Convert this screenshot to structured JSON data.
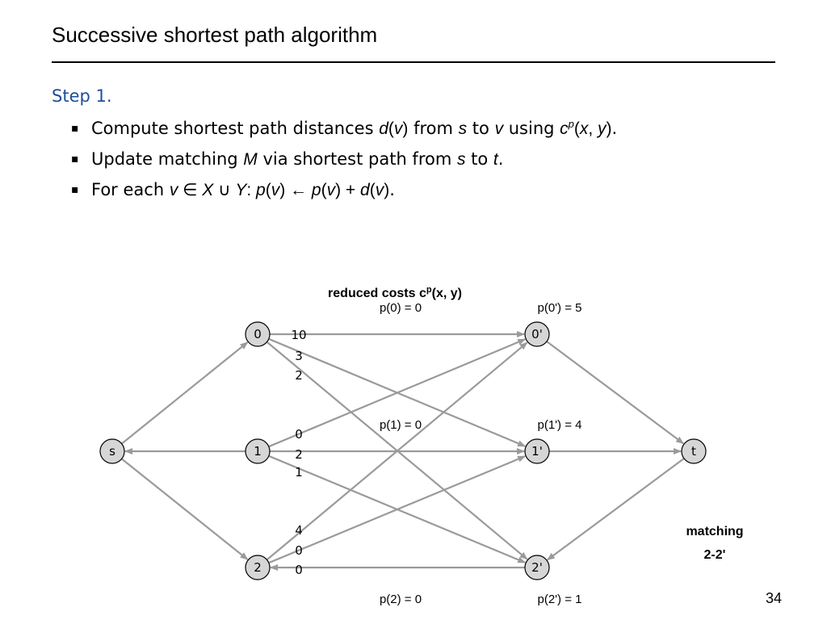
{
  "slide": {
    "title": "Successive shortest path algorithm",
    "page_number": "34"
  },
  "step": {
    "heading": "Step 1.",
    "bullet_marker": "▪",
    "bullets": [
      {
        "pre": "Compute shortest path distances ",
        "d": "d",
        "p1": "(",
        "v": "v",
        "p2": ")",
        "mid": " from ",
        "s": "s",
        "to": " to ",
        "v2": "v",
        "using": " using ",
        "c": "c",
        "sup": "p",
        "o": "(",
        "x": "x",
        "comma": ", ",
        "y": "y",
        "close": ")",
        "end": "."
      },
      {
        "pre": "Update matching ",
        "M": "M",
        "mid": " via shortest path from ",
        "s": "s",
        "to": " to ",
        "t": "t",
        "end": "."
      },
      {
        "pre": "For each ",
        "v": "v",
        "in": " ∈ ",
        "X": "X",
        "cup": " ∪ ",
        "Y": "Y",
        "colon": ":  ",
        "p": "p",
        "o1": "(",
        "v1": "v",
        "c1": ")",
        "arrow": "  ← ",
        "p2": "p",
        "o2": "(",
        "v2": "v",
        "c2": ")",
        "plus": " + ",
        "d": "d",
        "o3": "(",
        "v3": "v",
        "c3": ")",
        "end": "."
      }
    ]
  },
  "diagram": {
    "caption_main": "reduced costs c",
    "caption_sup": "p",
    "caption_tail": "(x, y)",
    "nodes": [
      {
        "id": "s",
        "label": "s"
      },
      {
        "id": "0",
        "label": "0"
      },
      {
        "id": "1",
        "label": "1"
      },
      {
        "id": "2",
        "label": "2"
      },
      {
        "id": "0p",
        "label": "0'"
      },
      {
        "id": "1p",
        "label": "1'"
      },
      {
        "id": "2p",
        "label": "2'"
      },
      {
        "id": "t",
        "label": "t"
      }
    ],
    "edges": [
      {
        "from": "s",
        "to": "0"
      },
      {
        "from": "1",
        "to": "s"
      },
      {
        "from": "s",
        "to": "2"
      },
      {
        "from": "0",
        "to": "0p",
        "cost": "10"
      },
      {
        "from": "0",
        "to": "1p",
        "cost": "3"
      },
      {
        "from": "0",
        "to": "2p",
        "cost": "2"
      },
      {
        "from": "1",
        "to": "0p",
        "cost": "0"
      },
      {
        "from": "1",
        "to": "1p",
        "cost": "2"
      },
      {
        "from": "1",
        "to": "2p",
        "cost": "1"
      },
      {
        "from": "2",
        "to": "0p",
        "cost": "4"
      },
      {
        "from": "2",
        "to": "1p",
        "cost": "0"
      },
      {
        "from": "2p",
        "to": "2",
        "cost": "0"
      },
      {
        "from": "0p",
        "to": "t"
      },
      {
        "from": "1p",
        "to": "t"
      },
      {
        "from": "t",
        "to": "2p"
      }
    ],
    "potentials": {
      "p0": "p(0) = 0",
      "p1": "p(1) = 0",
      "p2": "p(2) = 0",
      "p0p": "p(0') = 5",
      "p1p": "p(1') = 4",
      "p2p": "p(2') = 1"
    },
    "matching_label": "matching",
    "matching_value": "2-2'"
  }
}
